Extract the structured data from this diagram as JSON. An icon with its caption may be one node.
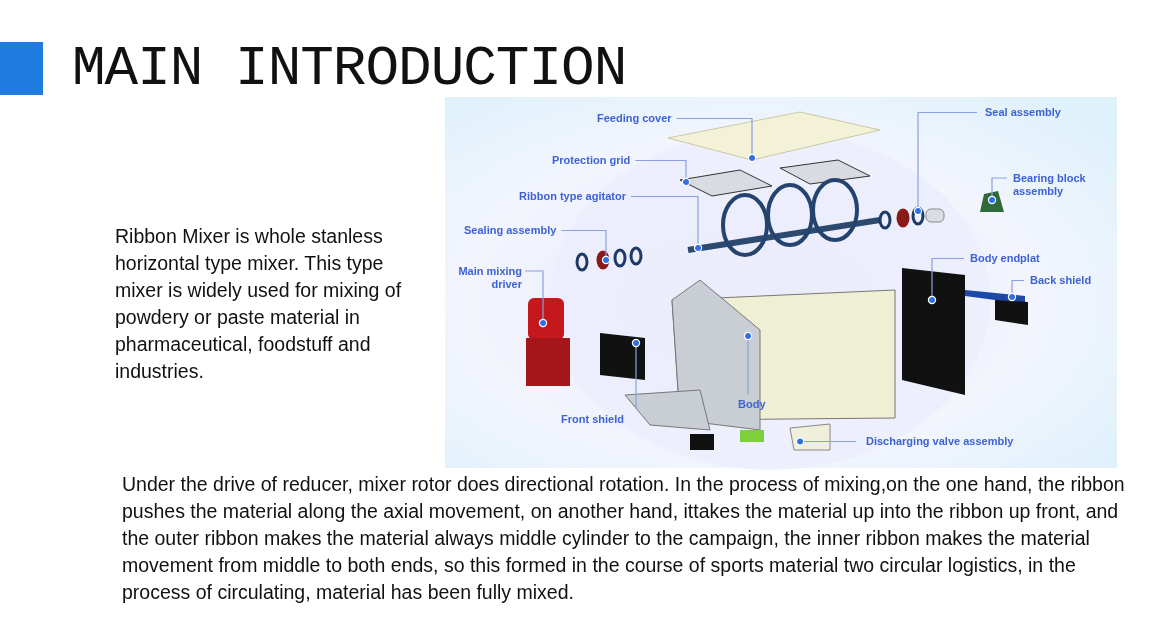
{
  "diagram": {
    "title": "MAIN INTRODUCTION",
    "nodes": [
      {
        "text": [
          "Feeding cover"
        ]
      },
      {
        "text": [
          "Protection grid"
        ]
      },
      {
        "text": [
          "Ribbon type agitator"
        ]
      },
      {
        "text": [
          "Sealing assembly"
        ]
      },
      {
        "text": [
          "Main mixing driver"
        ]
      },
      {
        "text": [
          "Seal assembly"
        ]
      },
      {
        "text": [
          "Bearing block assembly"
        ]
      },
      {
        "text": [
          "Body endplat"
        ]
      },
      {
        "text": [
          "Back shield"
        ]
      },
      {
        "text": [
          "Front shield"
        ]
      },
      {
        "text": [
          "Body"
        ]
      },
      {
        "text": [
          "Discharging valve assembly"
        ]
      }
    ],
    "edges": [
      {
        "from": 0,
        "to": null,
        "arrow": "other"
      },
      {
        "from": 1,
        "to": null,
        "arrow": "other"
      },
      {
        "from": 2,
        "to": null,
        "arrow": "other"
      },
      {
        "from": 3,
        "to": null,
        "arrow": "other"
      },
      {
        "from": 4,
        "to": null,
        "arrow": "other"
      },
      {
        "from": 5,
        "to": null,
        "arrow": "other"
      },
      {
        "from": 6,
        "to": null,
        "arrow": "other"
      },
      {
        "from": 7,
        "to": null,
        "arrow": "other"
      },
      {
        "from": 8,
        "to": null,
        "arrow": "other"
      },
      {
        "from": 9,
        "to": null,
        "arrow": "other"
      },
      {
        "from": 10,
        "to": null,
        "arrow": "other"
      },
      {
        "from": 11,
        "to": null,
        "arrow": "other"
      }
    ],
    "labels": [
      "Ribbon Mixer is whole stanless horizontal type mixer. This type mixer is widely used for mixing of powdery or paste material in pharmaceutical, foodstuff and industries.",
      "Under the drive of reducer, mixer rotor does directional rotation. In the process of mixing,on the one hand, the ribbon pushes the material along the axial movement, on another hand, ittakes the material up into the ribbon up front, and the outer ribbon makes the material always middle cylinder to the campaign, the inner ribbon makes the material movement from middle to both ends, so this formed in the course of sports material two circular logistics, in the process of circulating, material has been fully mixed."
    ]
  }
}
